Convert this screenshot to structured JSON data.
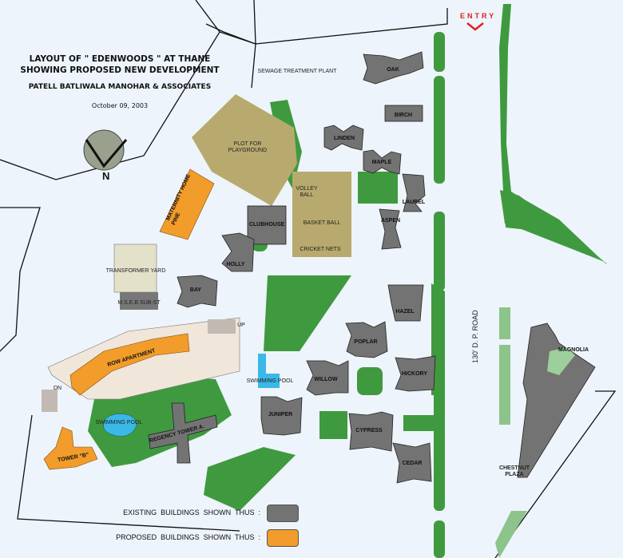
{
  "title": {
    "line1": "LAYOUT  OF  \" EDENWOODS \"  AT  THANE",
    "line2": "SHOWING  PROPOSED  NEW  DEVELOPMENT",
    "firm": "PATELL  BATLIWALA  MANOHAR  &  ASSOCIATES",
    "date": "October 09, 2003"
  },
  "compass": {
    "label": "N"
  },
  "entry": {
    "label": "ENTRY",
    "color": "#e02020"
  },
  "road": {
    "label": "130'   D. P. ROAD"
  },
  "colors": {
    "existing": "#737373",
    "proposed": "#f29c2b",
    "green": "#3f9a3f",
    "tan": "#b8aa6e",
    "pool": "#3ab8e8"
  },
  "existing_buildings": [
    "OAK",
    "BIRCH",
    "LINDEN",
    "MAPLE",
    "LAUREL",
    "ASPEN",
    "CLUBHOUSE",
    "HOLLY",
    "BAY",
    "HAZEL",
    "POPLAR",
    "WILLOW",
    "HICKORY",
    "JUNIPER",
    "CYPRESS",
    "CEDAR",
    "REGENCY  TOWER  A.",
    "MAGNOLIA"
  ],
  "proposed_buildings": [
    "PINE",
    "MATERNITY HOME",
    "ROW APARTMENT",
    "TOWER \"B\""
  ],
  "areas": {
    "sewage": "SEWAGE TREATMENT PLANT",
    "playground": [
      "PLOT FOR",
      "PLAYGROUND"
    ],
    "volley": [
      "VOLLEY",
      "BALL"
    ],
    "basket": "BASKET BALL",
    "cricket": "CRICKET NETS",
    "transformer": "TRANSFORMER YARD",
    "mseb": "M.S.E.B  SUB-ST",
    "pool1": "SWIMMING POOL",
    "pool2": "SWIMMING POOL",
    "chestnut": [
      "CHESTNUT",
      "PLAZA"
    ],
    "up": "UP",
    "dn": "DN"
  },
  "legend": {
    "existing": "EXISTING  BUILDINGS  SHOWN  THUS  :",
    "proposed": "PROPOSED  BUILDINGS  SHOWN  THUS  :"
  }
}
